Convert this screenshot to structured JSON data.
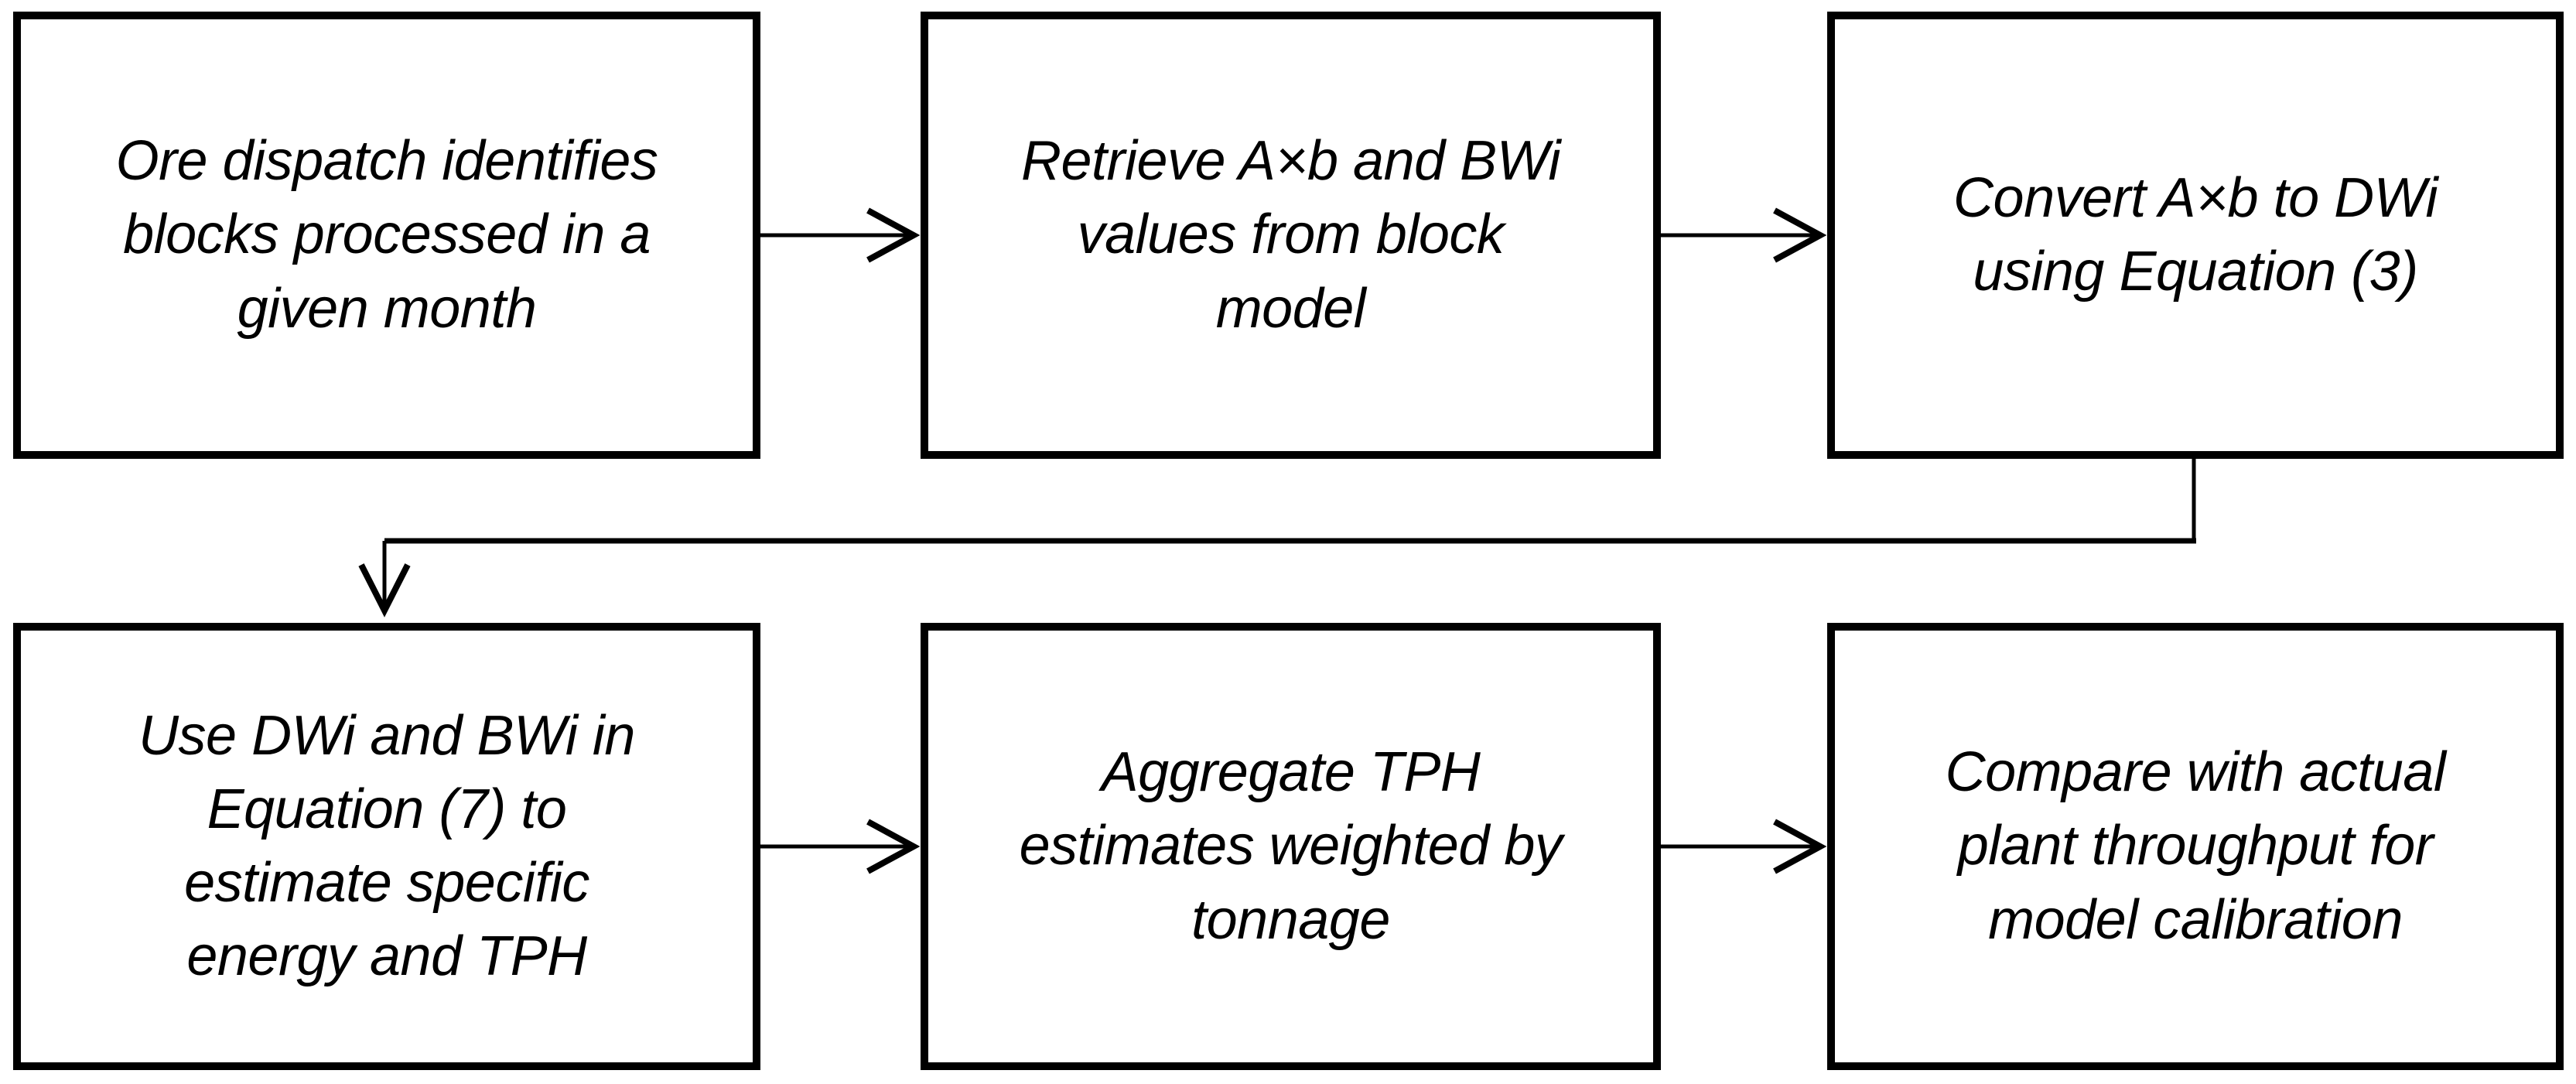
{
  "figure": {
    "type": "flowchart",
    "background_color": "#ffffff",
    "line_color": "#000000",
    "text_color": "#000000",
    "rows": 2,
    "columns": 3,
    "steps": [
      {
        "id": "step-1",
        "row": 1,
        "col": 1,
        "text": "Ore dispatch identifies\nblocks processed in a\ngiven month"
      },
      {
        "id": "step-2",
        "row": 1,
        "col": 2,
        "text": "Retrieve A×b and BWi\nvalues from block\nmodel"
      },
      {
        "id": "step-3",
        "row": 1,
        "col": 3,
        "text": "Convert A×b to DWi\nusing Equation (3)"
      },
      {
        "id": "step-4",
        "row": 2,
        "col": 1,
        "text": "Use DWi and BWi in\nEquation (7) to\nestimate specific\nenergy and TPH"
      },
      {
        "id": "step-5",
        "row": 2,
        "col": 2,
        "text": "Aggregate TPH\nestimates weighted by\ntonnage"
      },
      {
        "id": "step-6",
        "row": 2,
        "col": 3,
        "text": "Compare with actual\nplant throughput for\nmodel calibration"
      }
    ],
    "connections": [
      {
        "from": "step-1",
        "to": "step-2",
        "style": "right-arrow-open-chevron"
      },
      {
        "from": "step-2",
        "to": "step-3",
        "style": "right-arrow-open-chevron"
      },
      {
        "from": "step-3",
        "to": "step-4",
        "style": "elbow-down-left-down-arrow"
      },
      {
        "from": "step-4",
        "to": "step-5",
        "style": "right-arrow-open-chevron"
      },
      {
        "from": "step-5",
        "to": "step-6",
        "style": "right-arrow-open-chevron"
      }
    ]
  }
}
